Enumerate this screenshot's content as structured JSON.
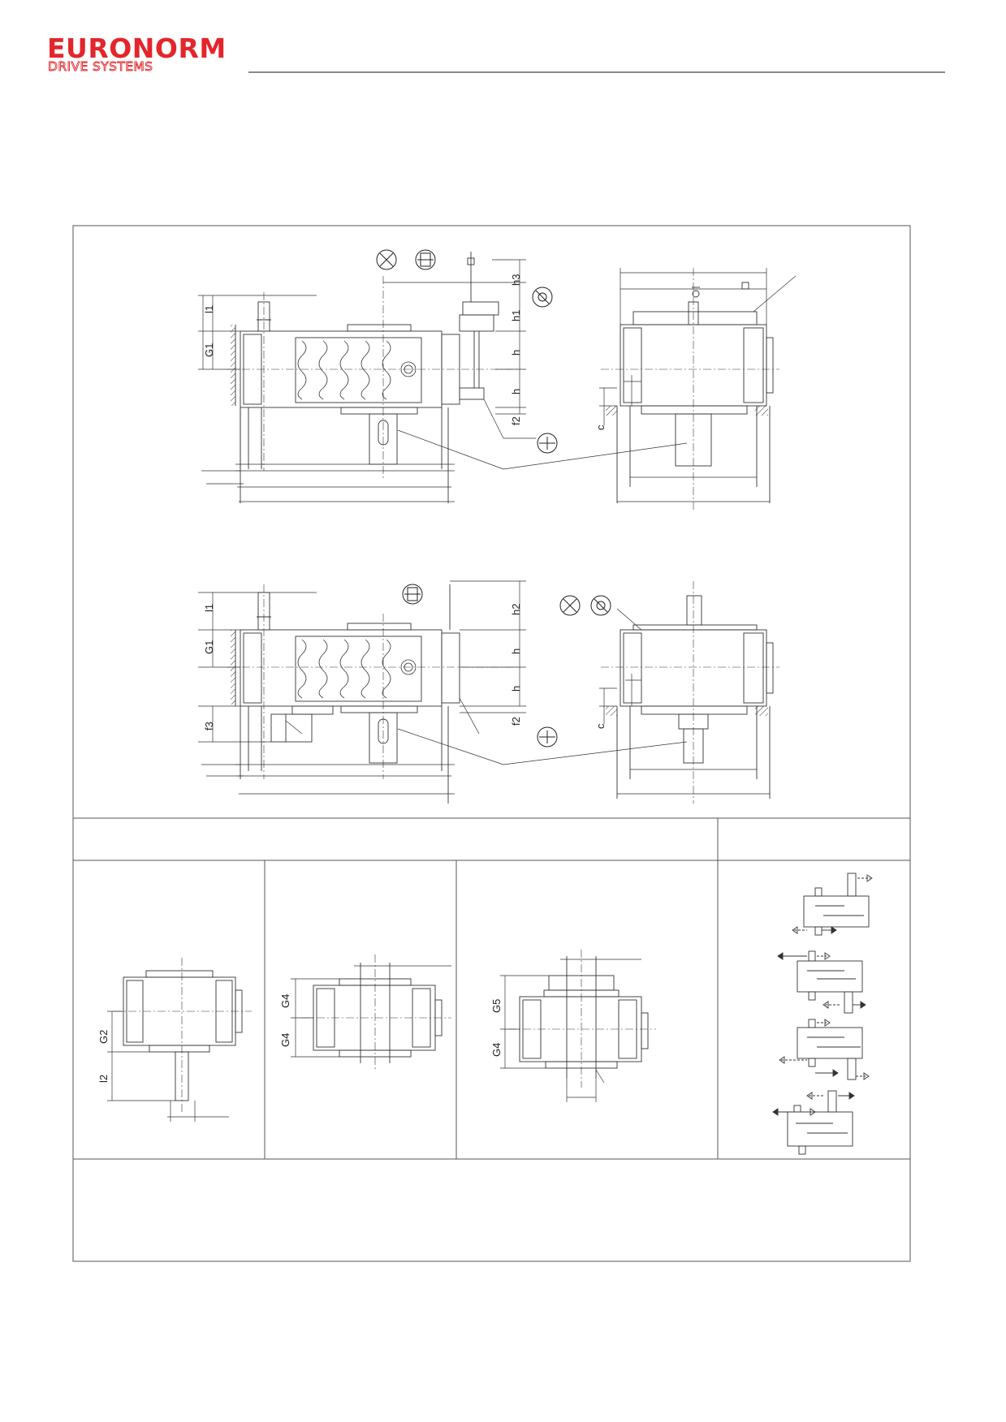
{
  "brand": {
    "name": "EURONORM",
    "subtitle": "DRIVE SYSTEMS",
    "color": "#e3262c"
  },
  "labels": {
    "l1": "l1",
    "g1": "G1",
    "h": "h",
    "h1": "h1",
    "h2": "h2",
    "h3": "h3",
    "f2": "f2",
    "f3": "f3",
    "c": "c",
    "g2": "G2",
    "l2": "l2",
    "g4": "G4",
    "g5": "G5"
  },
  "symbols": {
    "cross": "cross-circle-icon",
    "breather": "oil-breather-plug-icon",
    "level": "oil-level-plug-icon",
    "drain": "oil-drain-plug-icon"
  }
}
